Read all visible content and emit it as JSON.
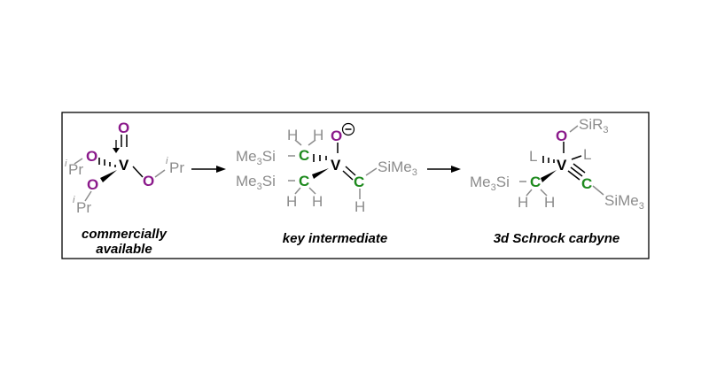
{
  "colors": {
    "frame": "#000000",
    "bond": "#000000",
    "ligand_gray": "#8c8c8c",
    "oxygen": "#8b1a8b",
    "carbon": "#1e8a1e",
    "vanadium": "#000000"
  },
  "elements": {
    "O": "O",
    "V": "V",
    "C": "C",
    "H": "H",
    "L": "L",
    "Pr": "Pr",
    "i": "i",
    "Me3Si_a": "Me",
    "Me3Si_b": "Si",
    "SiMe3_a": "SiMe",
    "SiR3_a": "SiR",
    "three": "3",
    "minus": "−"
  },
  "labels": {
    "start_line1": "commercially",
    "start_line2": "available",
    "intermediate": "key intermediate",
    "product": "3d Schrock carbyne"
  },
  "icons": {
    "charge": "minus-circle-icon",
    "reaction_arrow": "arrow-right-icon"
  }
}
